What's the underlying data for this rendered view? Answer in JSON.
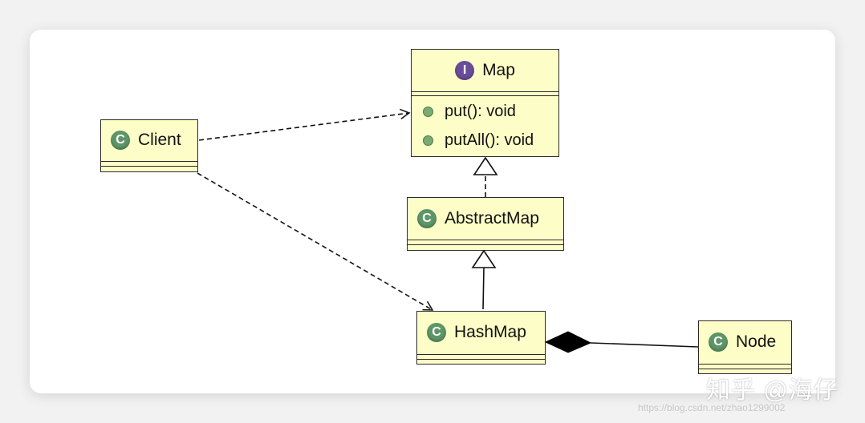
{
  "diagram": {
    "nodes": [
      {
        "id": "map",
        "kind": "interface",
        "icon": "I",
        "label": "Map",
        "methods": [
          "put(): void",
          "putAll(): void"
        ]
      },
      {
        "id": "client",
        "kind": "class",
        "icon": "C",
        "label": "Client"
      },
      {
        "id": "abstractmap",
        "kind": "class",
        "icon": "C",
        "label": "AbstractMap"
      },
      {
        "id": "hashmap",
        "kind": "class",
        "icon": "C",
        "label": "HashMap"
      },
      {
        "id": "node",
        "kind": "class",
        "icon": "C",
        "label": "Node"
      }
    ],
    "edges": [
      {
        "from": "client",
        "to": "map",
        "type": "dependency"
      },
      {
        "from": "client",
        "to": "hashmap",
        "type": "dependency"
      },
      {
        "from": "abstractmap",
        "to": "map",
        "type": "realization"
      },
      {
        "from": "hashmap",
        "to": "abstractmap",
        "type": "generalization"
      },
      {
        "from": "hashmap",
        "to": "node",
        "type": "composition"
      }
    ]
  },
  "watermark": {
    "text": "知乎 @海仔",
    "url": "https://blog.csdn.net/zhao1299002"
  },
  "colors": {
    "box_fill": "#fdfdc8",
    "class_icon": "#5e9667",
    "interface_icon": "#6a4d9a"
  }
}
